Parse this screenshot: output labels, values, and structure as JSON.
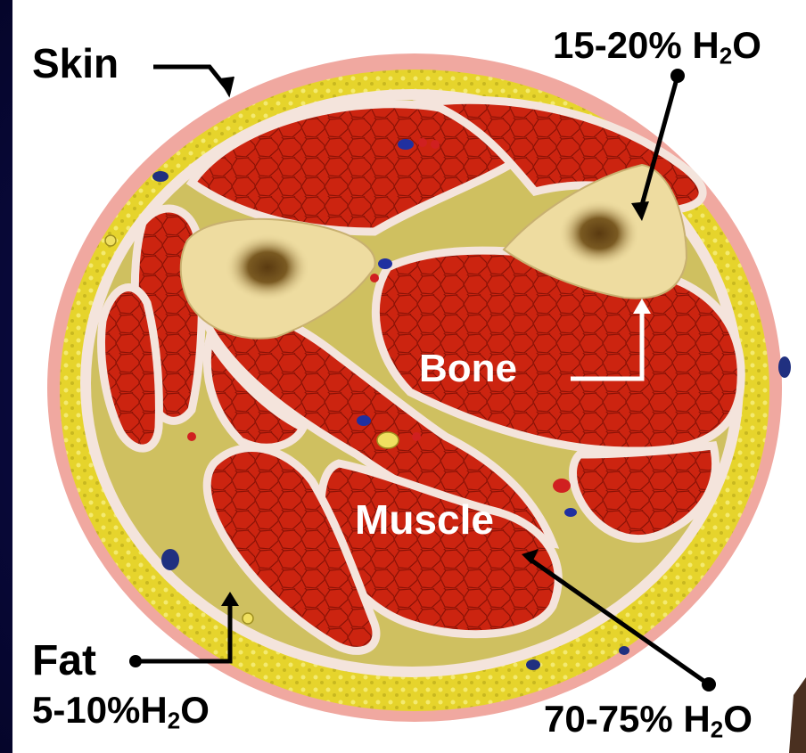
{
  "labels": {
    "skin": "Skin",
    "bone_water": {
      "pre": "15-20% H",
      "sub": "2",
      "post": "O"
    },
    "bone": "Bone",
    "muscle": "Muscle",
    "fat": "Fat",
    "fat_water": {
      "pre": "5-10%H",
      "sub": "2",
      "post": "O"
    },
    "muscle_water": {
      "pre": "70-75% H",
      "sub": "2",
      "post": "O"
    }
  },
  "colors": {
    "background": "#0a0a40",
    "skin": "#f0a8a0",
    "fat": "#e8d830",
    "muscle": "#c8200e",
    "fascia": "#f4e4dc",
    "bone": "#eedca0",
    "marrow": "#6a4a1a"
  }
}
